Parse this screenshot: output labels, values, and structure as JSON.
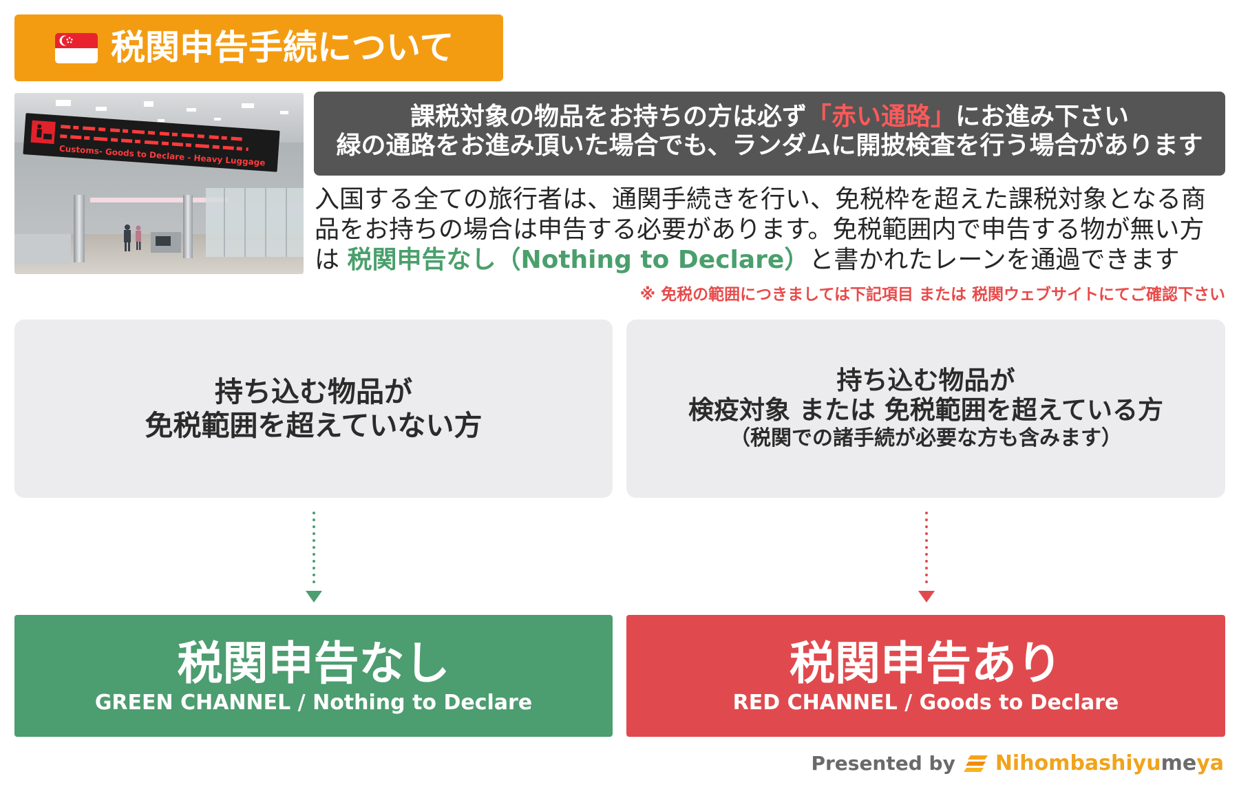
{
  "header": {
    "title": "税関申告手続について",
    "flag_icon": "singapore-flag",
    "bg_color": "#f39c12"
  },
  "photo": {
    "description_icon": "airport-customs-photo",
    "sign_text": "Customs- Goods to Declare - Heavy Luggage"
  },
  "notice": {
    "line1_before": "課税対象の物品をお持ちの方は必ず",
    "line1_highlight": "「赤い通路」",
    "line1_after": "にお進み下さい",
    "line2": "緑の通路をお進み頂いた場合でも、ランダムに開披検査を行う場合があります",
    "bg_color": "#555555",
    "highlight_color": "#ff5a5a"
  },
  "intro": {
    "text_before": "入国する全ての旅行者は、通関手続きを行い、免税枠を超えた課税対象となる商品をお持ちの場合は申告する必要があります。免税範囲内で申告する物が無い方は ",
    "highlight": "税関申告なし（Nothing to Declare）",
    "text_after": "と書かれたレーンを通過できます",
    "highlight_color": "#4a9f6c"
  },
  "note": "※ 免税の範囲につきましては下記項目 または 税関ウェブサイトにてご確認下さい",
  "cases": [
    {
      "lines": [
        "持ち込む物品が",
        "免税範囲を超えていない方"
      ]
    },
    {
      "lines": [
        "持ち込む物品が",
        "検疫対象 または 免税範囲を超えている方"
      ],
      "sub": "（税関での諸手続が必要な方も含みます）"
    }
  ],
  "channels": [
    {
      "title": "税関申告なし",
      "subtitle": "GREEN CHANNEL / Nothing to Declare",
      "color": "#4c9d6f"
    },
    {
      "title": "税関申告あり",
      "subtitle": "RED CHANNEL / Goods to Declare",
      "color": "#e04a4e"
    }
  ],
  "footer": {
    "presented_by": "Presented by",
    "logo_icon": "nihombashiyumeya-logo",
    "brand_part1": "Nihombashiyu",
    "brand_part2": "me",
    "brand_part3": "ya"
  }
}
